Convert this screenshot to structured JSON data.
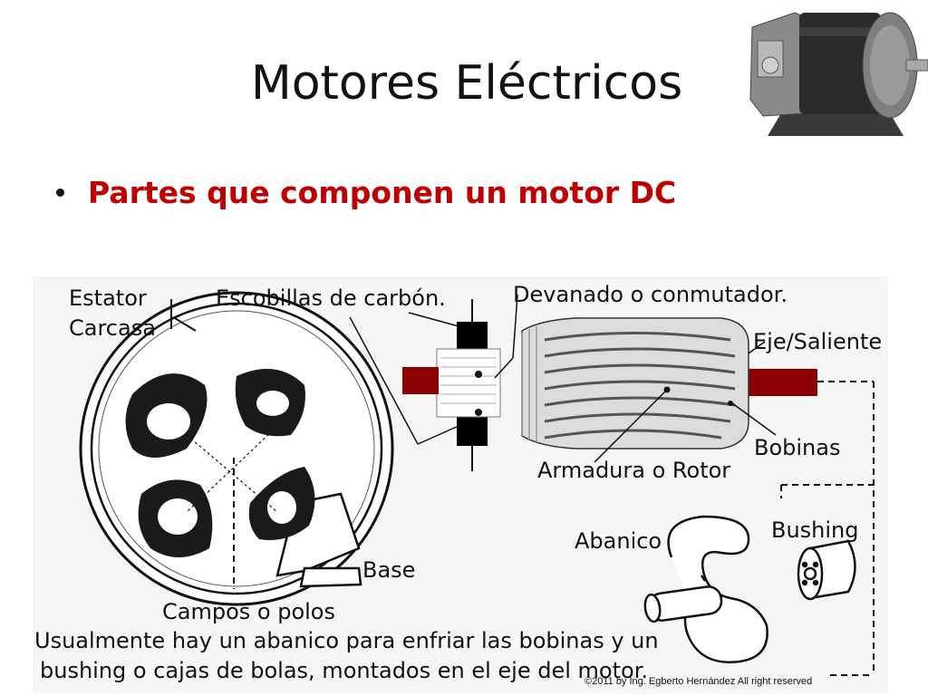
{
  "slide": {
    "title": "Motores Eléctricos",
    "bullet": "Partes que componen un motor DC"
  },
  "diagram": {
    "labels": {
      "estator": "Estator",
      "carcasa": "Carcasa",
      "escobillas": "Escobillas de carbón.",
      "devanado": "Devanado o conmutador.",
      "eje": "Eje/Saliente",
      "bobinas": "Bobinas",
      "armadura": "Armadura o Rotor",
      "abanico": "Abanico",
      "bushing": "Bushing",
      "base": "Base",
      "campos": "Campos o polos"
    },
    "caption_line1": "Usualmente hay un abanico para enfriar las bobinas y un",
    "caption_line2": "bushing o cajas de bolas, montados en el eje del motor.",
    "colors": {
      "shaft": "#8b0000",
      "brush": "#000000",
      "ink": "#111111"
    }
  },
  "footer": {
    "copyright": "©2011 by Ing. Egberto Hernández All right reserved"
  }
}
